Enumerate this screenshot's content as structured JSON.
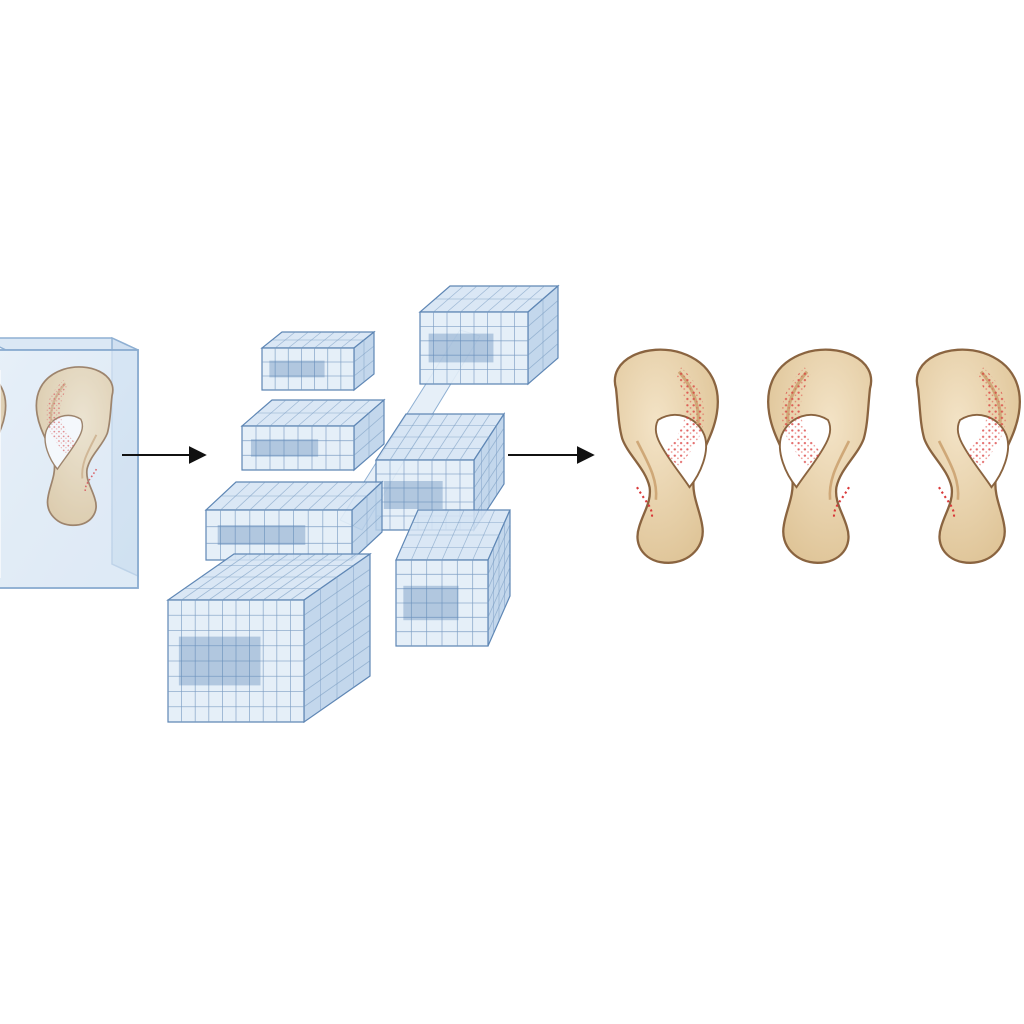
{
  "diagram": {
    "stages": [
      {
        "id": "input-volume",
        "content": "pelvis-in-3d-volume"
      },
      {
        "id": "network",
        "content": "3d-voxel-blocks"
      },
      {
        "id": "output",
        "content": "segmented-pelvis"
      }
    ],
    "arrows": 2
  },
  "colors": {
    "background": "#ffffff",
    "block_face": "#e2edf7",
    "block_grid": "#7a9cc2",
    "block_edge": "#5f87b5",
    "bone_fill": "#ecd8b5",
    "bone_outline": "#8a6440",
    "bone_shade": "#cfa878",
    "lesion": "#d9393a",
    "arrow": "#111111"
  }
}
